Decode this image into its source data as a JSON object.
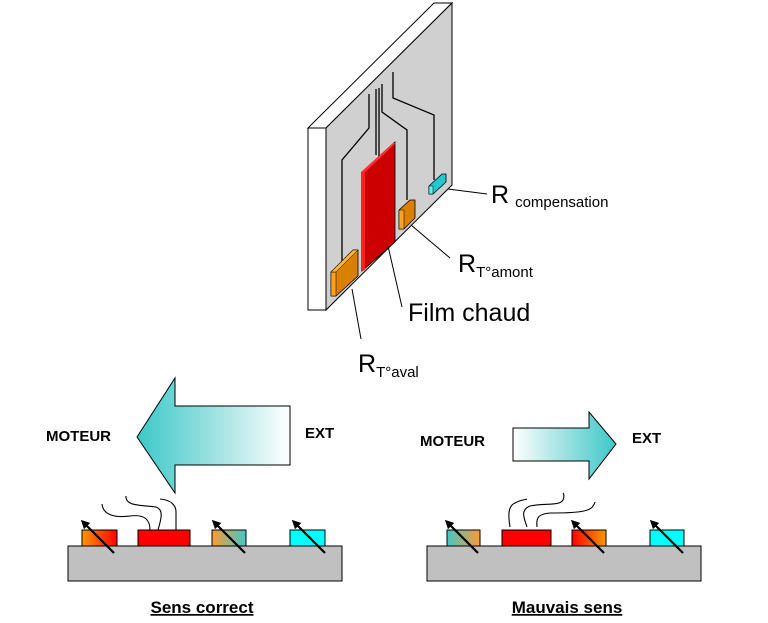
{
  "sensor_diagram": {
    "labels": {
      "r_compensation_main": "R",
      "r_compensation_sub": "compensation",
      "r_amont_main": "R",
      "r_amont_sub": "T°amont",
      "film_chaud": "Film chaud",
      "r_aval_main": "R",
      "r_aval_sub": "T°aval"
    },
    "colors": {
      "board_face": "#d0d0d0",
      "board_edge": "#ffffff",
      "heater": "#cc0000",
      "heater_edge": "#ff2020",
      "resistor_orange": "#d98000",
      "resistor_orange_light": "#ffa020",
      "resistor_cyan": "#20c8d0",
      "resistor_cyan_light": "#60f0f0"
    }
  },
  "panels": [
    {
      "id": "sens-correct",
      "caption": "Sens correct",
      "left_label": "MOTEUR",
      "right_label": "EXT",
      "flow_direction": "left",
      "components": [
        "orange-to-red",
        "red-heater",
        "orange-to-cyan",
        "cyan"
      ]
    },
    {
      "id": "mauvais-sens",
      "caption": "Mauvais sens",
      "left_label": "MOTEUR",
      "right_label": "EXT",
      "flow_direction": "right",
      "components": [
        "cyan-to-orange",
        "red-heater",
        "red-to-orange",
        "cyan"
      ]
    }
  ],
  "colors": {
    "arrow_dark": "#3cc8c8",
    "arrow_light": "#ffffff",
    "substrate": "#c0c0c0",
    "heater": "#ff0000",
    "orange": "#ff9900",
    "red": "#ff0000",
    "cyan": "#00ffff",
    "teal": "#40c0c8"
  }
}
